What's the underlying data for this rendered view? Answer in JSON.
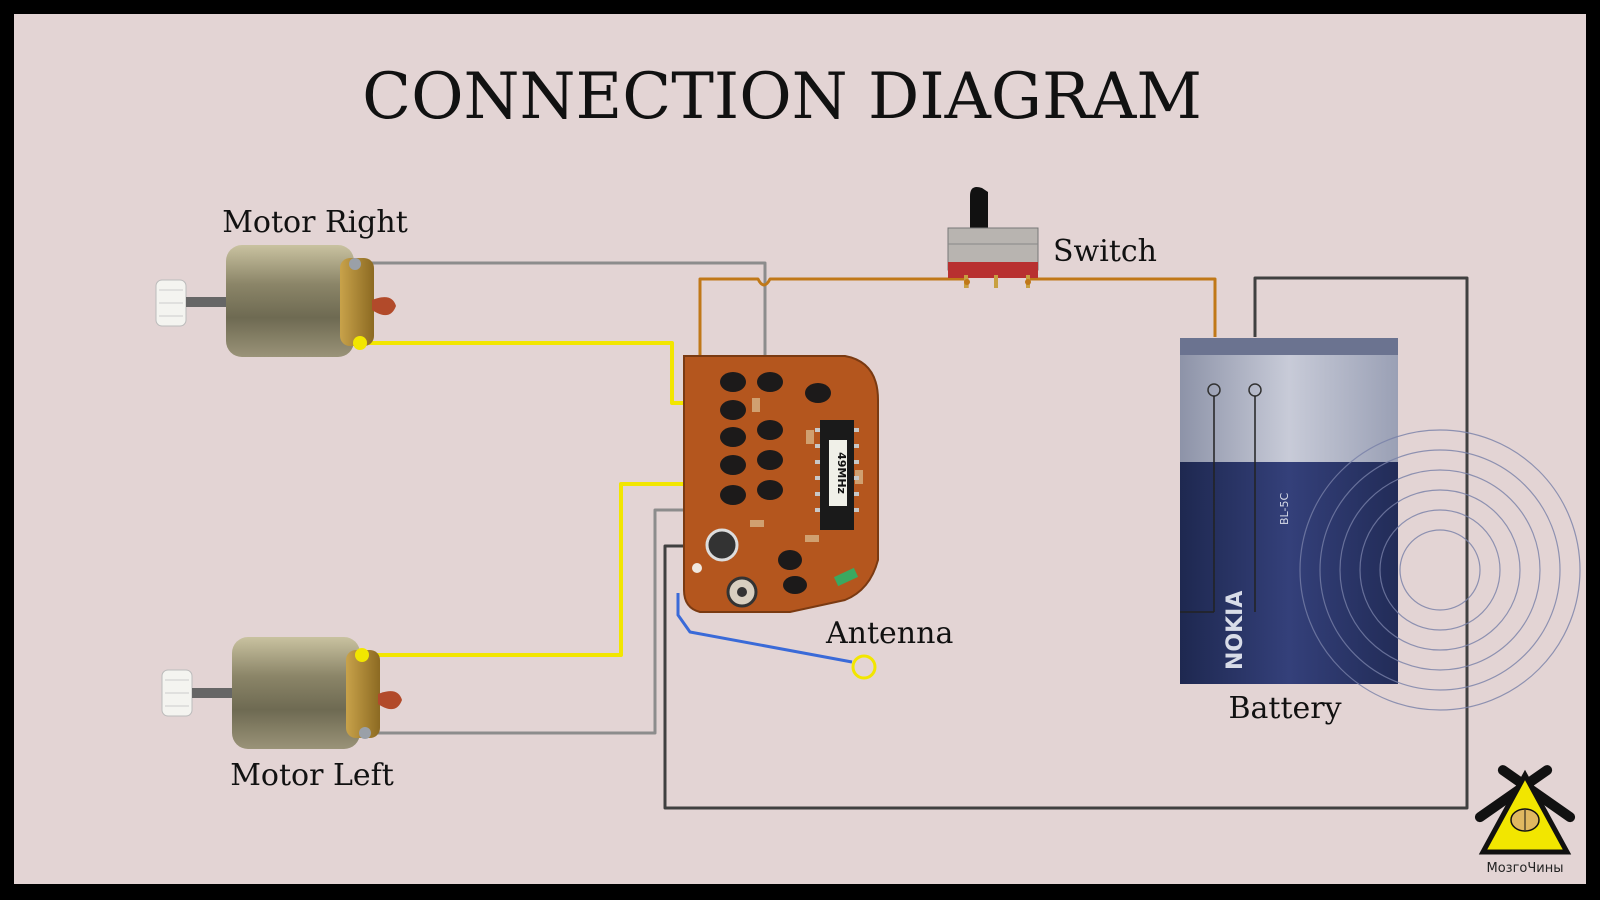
{
  "title": "CONNECTION DIAGRAM",
  "labels": {
    "motor_right": "Motor Right",
    "motor_left": "Motor Left",
    "switch": "Switch",
    "antenna": "Antenna",
    "battery": "Battery"
  },
  "pcb": {
    "chip_label": "49MHz"
  },
  "battery_print": {
    "brand": "NOKIA",
    "model": "BL-5C"
  },
  "logo": {
    "text": "МозгоЧины"
  },
  "colors": {
    "background": "#e3d4d4",
    "frame": "#000000",
    "wire_yellow": "#f2e600",
    "wire_gray": "#8c8c8c",
    "wire_orange": "#c07818",
    "wire_dark": "#404040",
    "wire_blue": "#3a6ad8",
    "pcb": "#b4561e",
    "battery_top": "#aeb4c8",
    "battery_body": "#2a3560",
    "logo_yellow": "#f2e600"
  },
  "icons": [
    "motor",
    "pcb-board",
    "slide-switch",
    "battery",
    "antenna-ring",
    "brain-wrench-logo"
  ]
}
